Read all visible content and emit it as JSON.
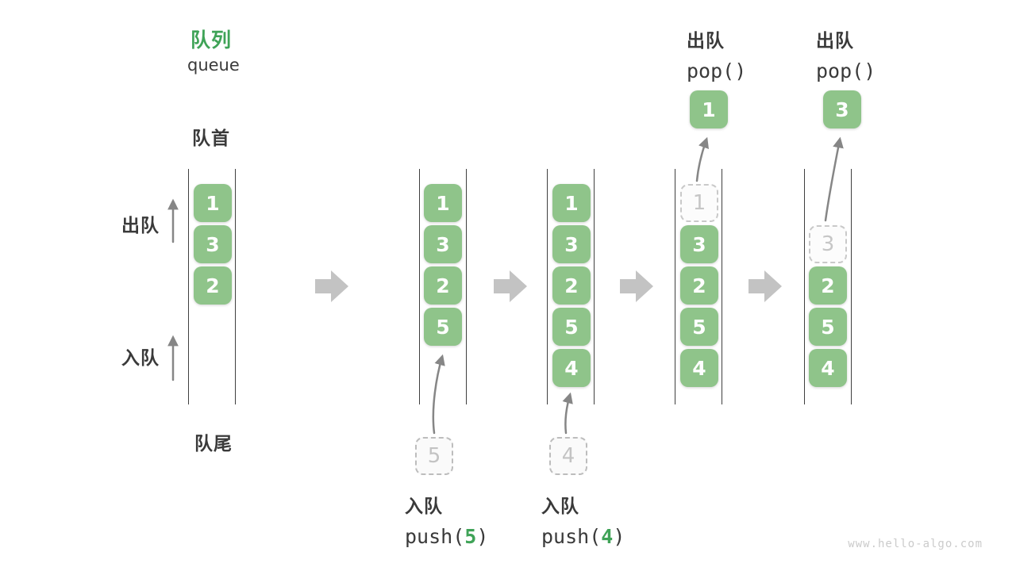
{
  "title": {
    "zh": "队列",
    "en": "queue"
  },
  "side_labels": {
    "front": "队首",
    "rear": "队尾",
    "dequeue_direction": "出队",
    "enqueue_direction": "入队"
  },
  "columns": [
    {
      "boxes": [
        {
          "value": "1",
          "slot": 0,
          "style": "solid"
        },
        {
          "value": "3",
          "slot": 1,
          "style": "solid"
        },
        {
          "value": "2",
          "slot": 2,
          "style": "solid"
        }
      ]
    },
    {
      "boxes": [
        {
          "value": "1",
          "slot": 0,
          "style": "solid"
        },
        {
          "value": "3",
          "slot": 1,
          "style": "solid"
        },
        {
          "value": "2",
          "slot": 2,
          "style": "solid"
        },
        {
          "value": "5",
          "slot": 3,
          "style": "solid"
        }
      ]
    },
    {
      "boxes": [
        {
          "value": "1",
          "slot": 0,
          "style": "solid"
        },
        {
          "value": "3",
          "slot": 1,
          "style": "solid"
        },
        {
          "value": "2",
          "slot": 2,
          "style": "solid"
        },
        {
          "value": "5",
          "slot": 3,
          "style": "solid"
        },
        {
          "value": "4",
          "slot": 4,
          "style": "solid"
        }
      ]
    },
    {
      "boxes": [
        {
          "value": "1",
          "slot": 0,
          "style": "ghost"
        },
        {
          "value": "3",
          "slot": 1,
          "style": "solid"
        },
        {
          "value": "2",
          "slot": 2,
          "style": "solid"
        },
        {
          "value": "5",
          "slot": 3,
          "style": "solid"
        },
        {
          "value": "4",
          "slot": 4,
          "style": "solid"
        }
      ]
    },
    {
      "boxes": [
        {
          "value": "3",
          "slot": 1,
          "style": "ghost"
        },
        {
          "value": "2",
          "slot": 2,
          "style": "solid"
        },
        {
          "value": "5",
          "slot": 3,
          "style": "solid"
        },
        {
          "value": "4",
          "slot": 4,
          "style": "solid"
        }
      ]
    }
  ],
  "operations": {
    "push_5": {
      "label_zh": "入队",
      "code_prefix": "push(",
      "code_arg": "5",
      "code_suffix": ")",
      "staged_value": "5"
    },
    "push_4": {
      "label_zh": "入队",
      "code_prefix": "push(",
      "code_arg": "4",
      "code_suffix": ")",
      "staged_value": "4"
    },
    "pop_1": {
      "label_zh": "出队",
      "code": "pop()",
      "popped_value": "1"
    },
    "pop_3": {
      "label_zh": "出队",
      "code": "pop()",
      "popped_value": "3"
    }
  },
  "watermark": "www.hello-algo.com",
  "colors": {
    "box_green": "#8FC48A",
    "accent_green": "#3FA357",
    "text_dark": "#3A3A3A",
    "line_dark": "#3F3F3F",
    "arrow_gray": "#868686",
    "block_arrow_gray": "#C3C3C3",
    "ghost_gray": "#C6C6C6",
    "watermark_gray": "#CBCBCB"
  }
}
